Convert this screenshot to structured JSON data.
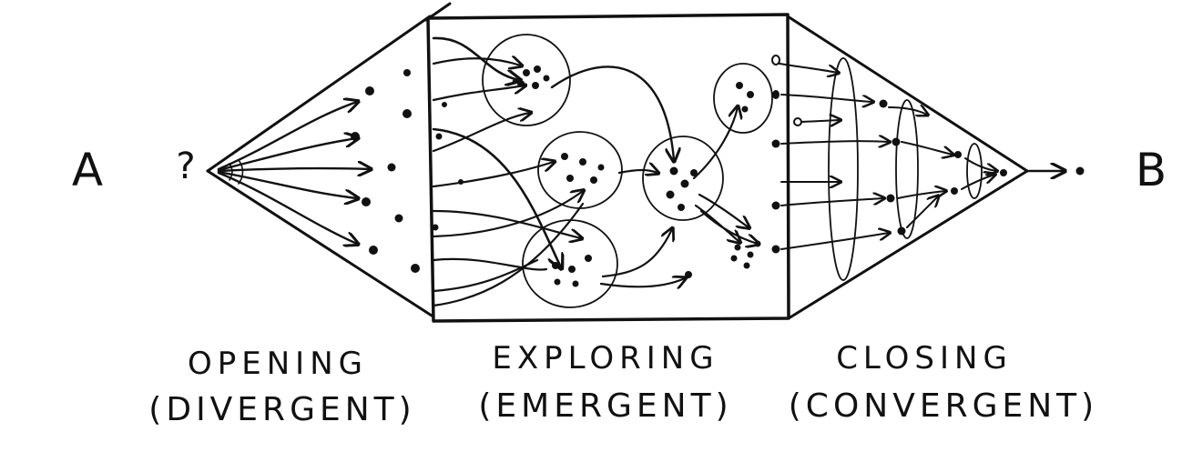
{
  "diagram": {
    "start_label": "A",
    "start_question": "?",
    "end_label": "B",
    "phases": [
      {
        "name": "OPENING",
        "subtitle": "(DIVERGENT)"
      },
      {
        "name": "EXPLORING",
        "subtitle": "(EMERGENT)"
      },
      {
        "name": "CLOSING",
        "subtitle": "(CONVERGENT)"
      }
    ]
  }
}
